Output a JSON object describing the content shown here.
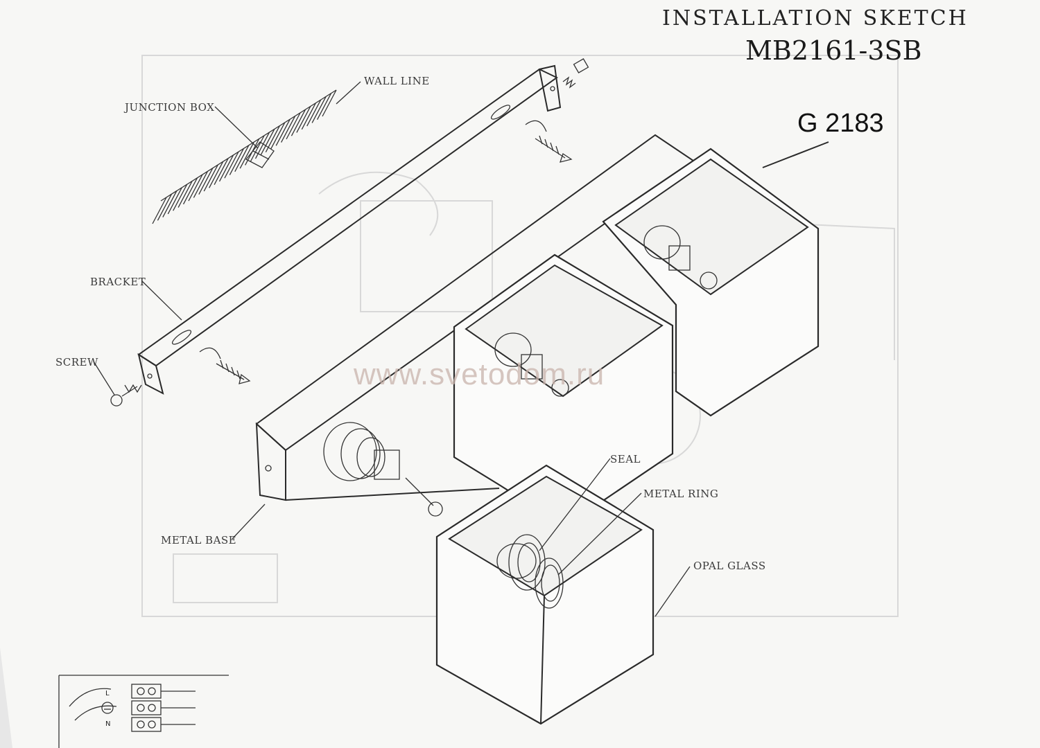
{
  "header": {
    "cut_title": "INSTALLATION SKETCH",
    "model": "MB2161-3SB",
    "product_code": "G 2183"
  },
  "watermark": "www.svetodom.ru",
  "labels": {
    "wall_line": "WALL LINE",
    "junction_box": "JUNCTION BOX",
    "bracket": "BRACKET",
    "screw": "SCREW",
    "metal_base": "METAL BASE",
    "seal": "SEAL",
    "metal_ring": "METAL RING",
    "opal_glass": "OPAL GLASS"
  },
  "wiring": {
    "live": "L",
    "neutral": "N"
  }
}
